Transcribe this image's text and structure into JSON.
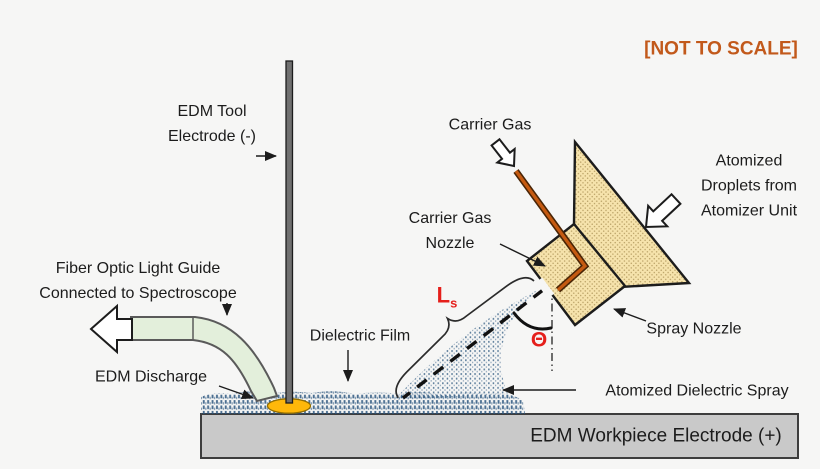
{
  "figure": {
    "not_to_scale": "[NOT TO SCALE]",
    "labels": {
      "tool_electrode": [
        "EDM Tool",
        "Electrode (-)"
      ],
      "carrier_gas": "Carrier Gas",
      "carrier_gas_nozzle": [
        "Carrier Gas",
        "Nozzle"
      ],
      "atomized_droplets": [
        "Atomized",
        "Droplets from",
        "Atomizer Unit"
      ],
      "fiber_optic": [
        "Fiber Optic Light Guide",
        "Connected to Spectroscope"
      ],
      "dielectric_film": "Dielectric Film",
      "edm_discharge": "EDM Discharge",
      "spray_nozzle": "Spray Nozzle",
      "atomized_dielectric_spray": "Atomized Dielectric Spray",
      "workpiece": "EDM Workpiece Electrode (+)",
      "spray_length": {
        "symbol": "L",
        "subscript": "s"
      },
      "spray_angle": "Θ"
    },
    "colors": {
      "accent_orange": "#C2591B",
      "symbol_red": "#E51F1B",
      "ink": "#1C1C1C",
      "background": "#F6F6F5",
      "tan_fill": "#F6E3AC",
      "tan_dot": "#8F7336",
      "tube_outline": "#4A2506",
      "tube_core": "#C55A11",
      "guide_fill": "#E3EFDB",
      "guide_outline": "#5A5A5A",
      "discharge_fill": "#FFB80A",
      "discharge_outline": "#936E00",
      "rod_fill": "#707070",
      "workpiece_fill": "#C9C9C9",
      "spray_blue": "#2B567F"
    }
  }
}
